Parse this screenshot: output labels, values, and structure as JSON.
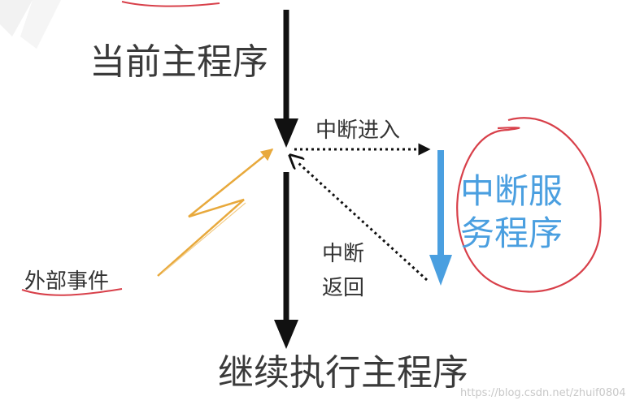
{
  "labels": {
    "current_main": "当前主程序",
    "interrupt_enter": "中断进入",
    "isr_line1": "中断服",
    "isr_line2": "务程序",
    "interrupt_return_line1": "中断",
    "interrupt_return_line2": "返回",
    "external_event": "外部事件",
    "continue_main": "继续执行主程序"
  },
  "watermark": "https://blog.csdn.net/zhuif0804",
  "colors": {
    "main_arrow": "#111111",
    "isr_arrow": "#4a9fe0",
    "isr_text": "#4a9fe0",
    "external_event_arrow": "#e8a93c",
    "handwritten_circle": "#d8404a",
    "handwritten_underline": "#d8404a"
  }
}
